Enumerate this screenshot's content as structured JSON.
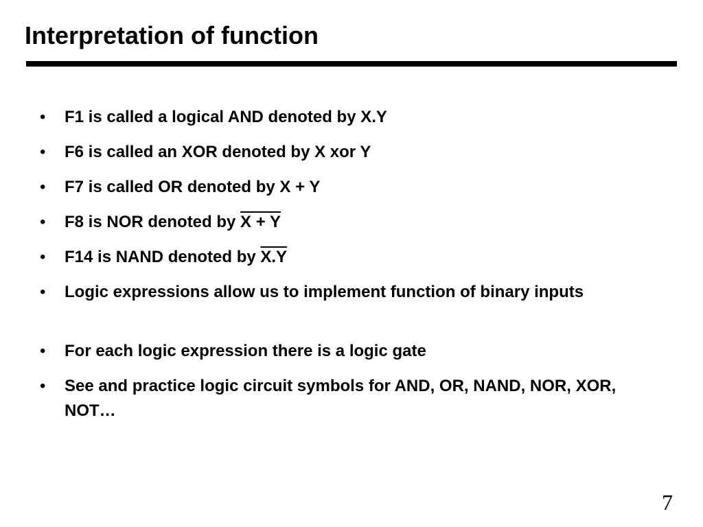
{
  "slide": {
    "title": "Interpretation of function",
    "page_number": "7"
  },
  "bullets": [
    {
      "text": "F1 is called a logical AND denoted by X.Y"
    },
    {
      "text": "F6 is called an XOR denoted by X xor Y"
    },
    {
      "text": "F7 is called OR denoted by X + Y"
    },
    {
      "prefix": "F8 is NOR denoted by ",
      "overlined": "X + Y"
    },
    {
      "prefix": "F14 is NAND denoted by ",
      "overlined": "X.Y"
    },
    {
      "text": "Logic expressions allow us to implement function of binary inputs"
    },
    {
      "text": "For each logic expression there is a logic gate"
    },
    {
      "text": "See and practice logic circuit symbols for AND, OR, NAND, NOR, XOR, NOT…"
    }
  ]
}
